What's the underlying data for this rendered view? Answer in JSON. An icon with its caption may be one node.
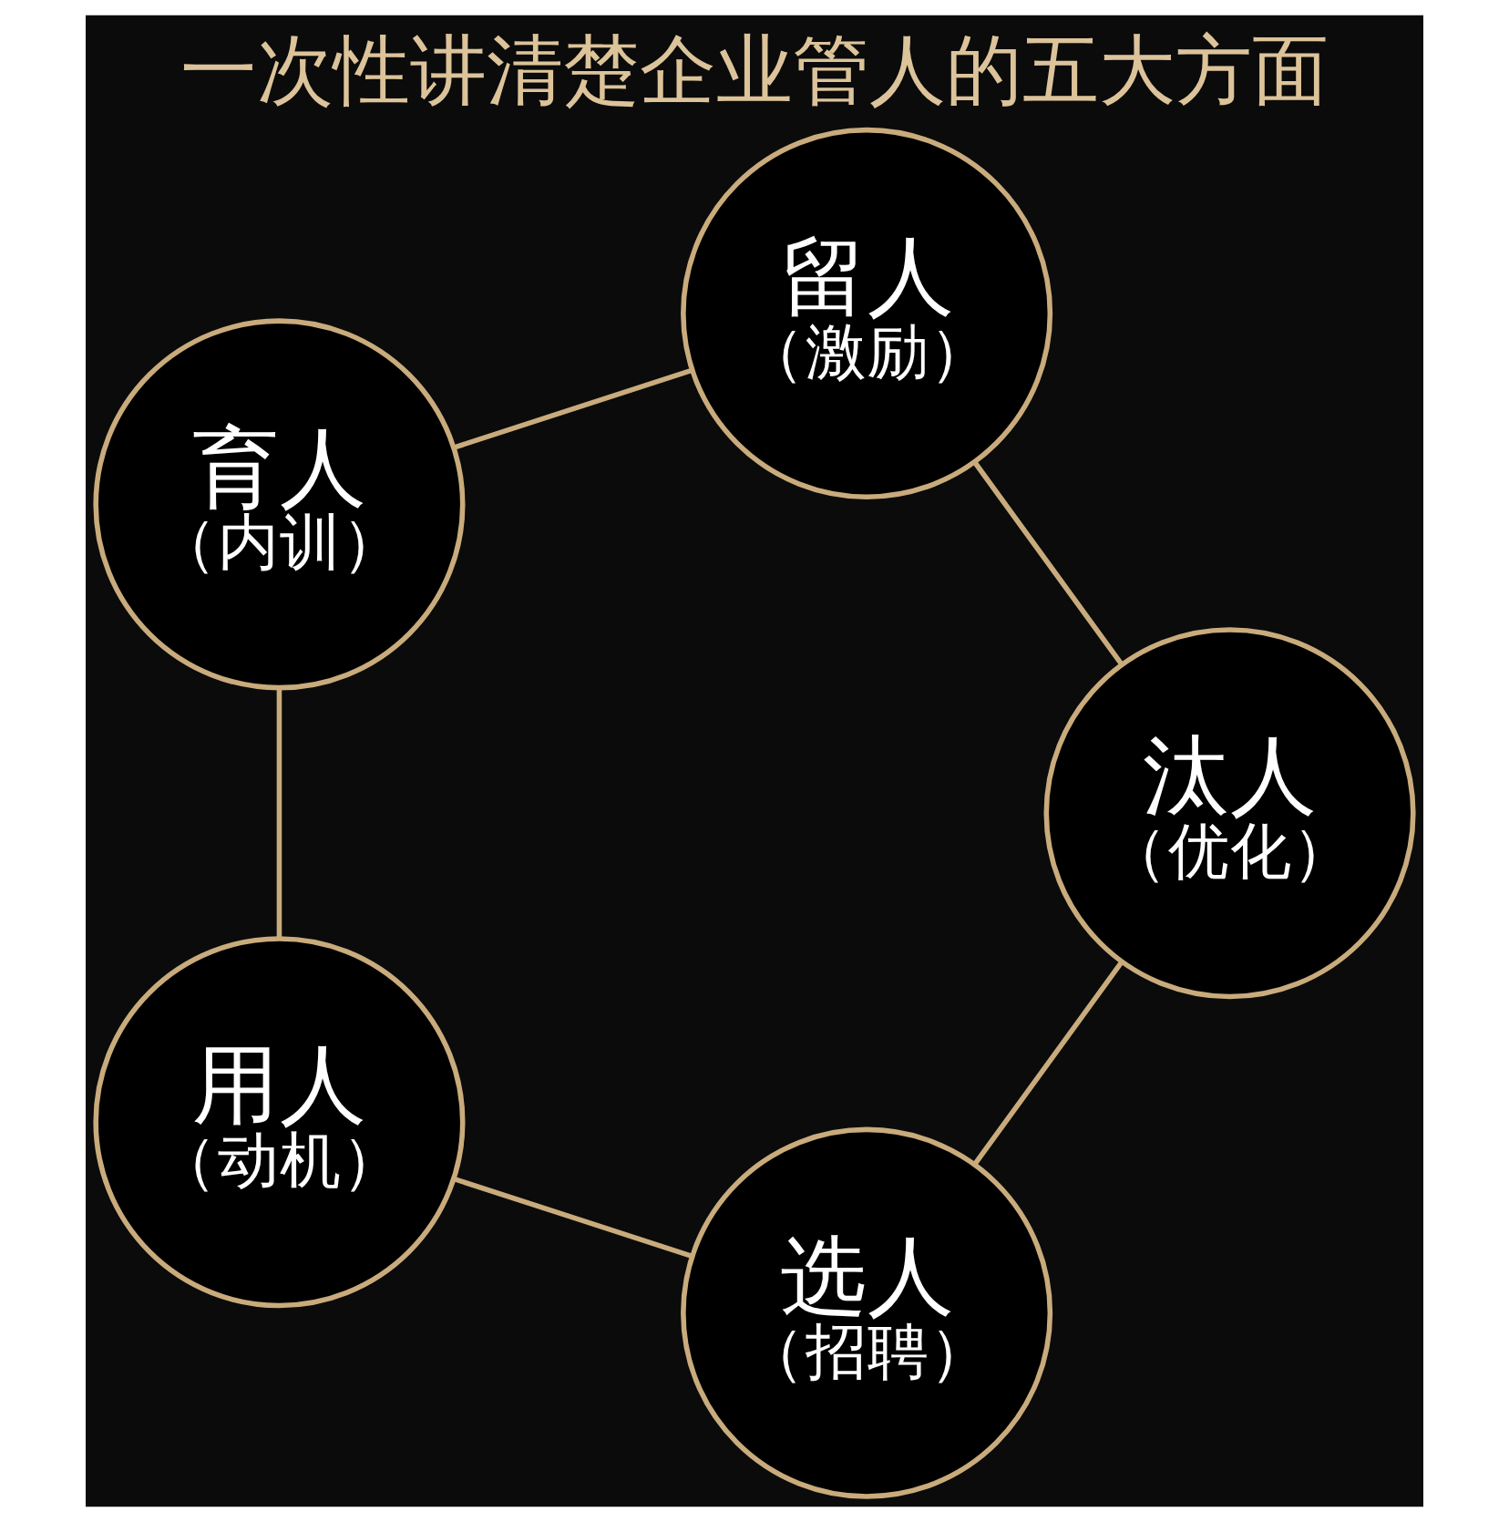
{
  "diagram": {
    "title": "一次性讲清楚企业管人的五大方面",
    "nodes": [
      {
        "text": [
          "选人",
          "（招聘）"
        ]
      },
      {
        "text": [
          "用人",
          "（动机）"
        ]
      },
      {
        "text": [
          "育人",
          "（内训）"
        ]
      },
      {
        "text": [
          "留人",
          "（激励）"
        ]
      },
      {
        "text": [
          "汰人",
          "（优化）"
        ]
      }
    ],
    "edges": [
      {
        "from": 0,
        "to": 1,
        "arrow": "none"
      },
      {
        "from": 1,
        "to": 2,
        "arrow": "none"
      },
      {
        "from": 2,
        "to": 3,
        "arrow": "none"
      },
      {
        "from": 3,
        "to": 4,
        "arrow": "none"
      },
      {
        "from": 4,
        "to": 0,
        "arrow": "none"
      }
    ]
  }
}
